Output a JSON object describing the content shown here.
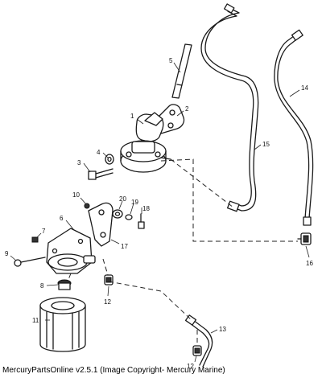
{
  "caption": "MercuryPartsOnline v2.5.1 (Image Copyright- Mercury Marine)",
  "callouts": {
    "c1": "1",
    "c2": "2",
    "c3": "3",
    "c4": "4",
    "c5": "5",
    "c6": "6",
    "c7": "7",
    "c8": "8",
    "c9": "9",
    "c10": "10",
    "c11": "11",
    "c12a": "12",
    "c12b": "12",
    "c13": "13",
    "c14": "14",
    "c15": "15",
    "c16": "16",
    "c17": "17",
    "c18": "18",
    "c19": "19",
    "c20": "20"
  }
}
